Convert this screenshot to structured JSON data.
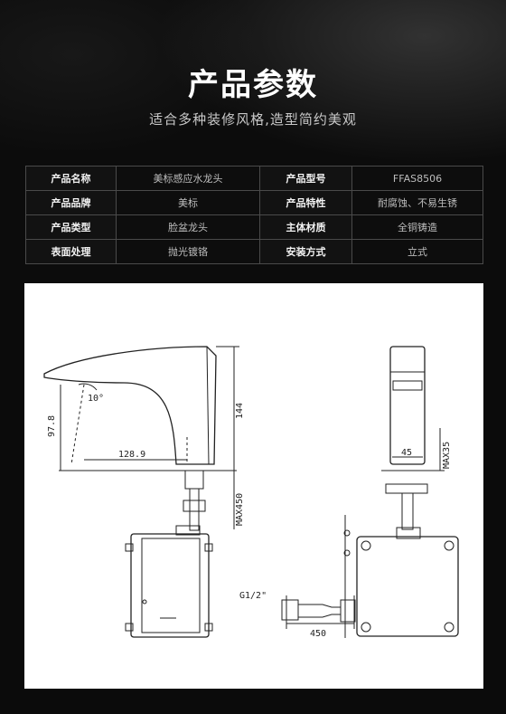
{
  "header": {
    "title": "产品参数",
    "subtitle": "适合多种装修风格,造型简约美观"
  },
  "params": {
    "rows": [
      [
        {
          "k": "产品名称",
          "v": "美标感应水龙头"
        },
        {
          "k": "产品型号",
          "v": "FFAS8506"
        }
      ],
      [
        {
          "k": "产品品牌",
          "v": "美标"
        },
        {
          "k": "产品特性",
          "v": "耐腐蚀、不易生锈"
        }
      ],
      [
        {
          "k": "产品类型",
          "v": "脸盆龙头"
        },
        {
          "k": "主体材质",
          "v": "全铜铸造"
        }
      ],
      [
        {
          "k": "表面处理",
          "v": "抛光镀铬"
        },
        {
          "k": "安装方式",
          "v": "立式"
        }
      ]
    ]
  },
  "drawing": {
    "dims": {
      "angle": "10°",
      "spout_reach": "128.9",
      "height_left": "97.8",
      "height_body": "144",
      "hose_max": "MAX450",
      "deck_max": "MAX35",
      "base_width": "45",
      "thread": "G1/2\"",
      "hose_len": "450"
    }
  }
}
